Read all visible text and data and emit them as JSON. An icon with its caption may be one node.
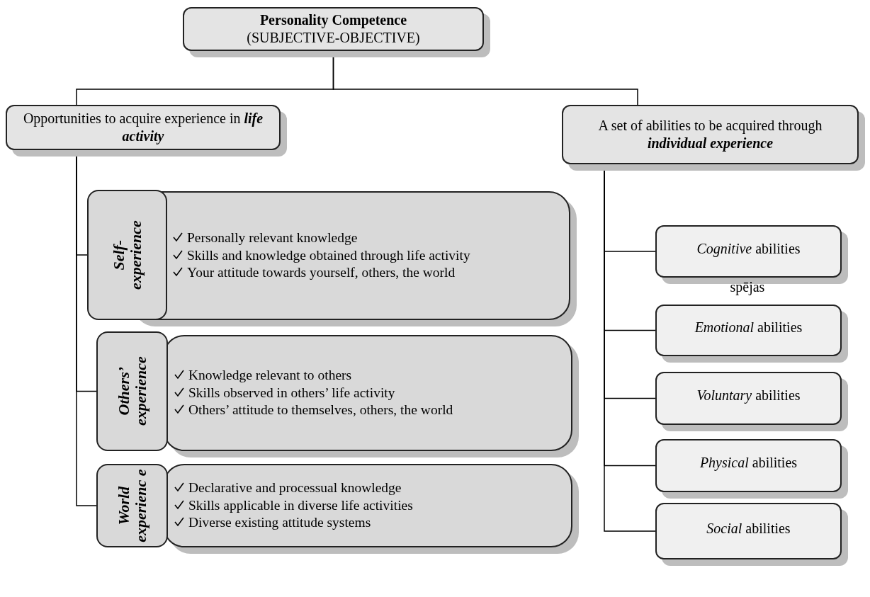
{
  "diagram": {
    "nodes": [
      {
        "text": [
          "Personality Competence",
          "(SUBJECTIVE-OBJECTIVE)"
        ]
      },
      {
        "text": [
          "Opportunities to acquire experience in **life activity**"
        ]
      },
      {
        "text": [
          "A set of abilities to be acquired through **individual experience**"
        ]
      },
      {
        "text": [
          "Self-experience"
        ]
      },
      {
        "text": [
          "Personally relevant knowledge",
          "Skills and knowledge obtained through life activity",
          "Your attitude towards yourself, others, the world"
        ]
      },
      {
        "text": [
          "Others’ experience"
        ]
      },
      {
        "text": [
          "Knowledge relevant to others",
          "Skills observed in others’ life activity",
          "Others’ attitude to themselves, others, the world"
        ]
      },
      {
        "text": [
          "World experienc e"
        ]
      },
      {
        "text": [
          "Declarative and processual knowledge",
          "Skills applicable in diverse life activities",
          "Diverse existing attitude systems"
        ]
      },
      {
        "text": [
          "*Cognitive* abilities"
        ],
        "beside": [
          "spējas"
        ]
      },
      {
        "text": [
          "*Emotional* abilities"
        ]
      },
      {
        "text": [
          "*Voluntary* abilities"
        ]
      },
      {
        "text": [
          "*Physical* abilities"
        ]
      },
      {
        "text": [
          "*Social* abilities"
        ]
      }
    ],
    "edges": [
      {
        "from": 0,
        "to": 1,
        "arrow": "none"
      },
      {
        "from": 0,
        "to": 2,
        "arrow": "none"
      },
      {
        "from": 1,
        "to": 3,
        "arrow": "none"
      },
      {
        "from": 1,
        "to": 5,
        "arrow": "none"
      },
      {
        "from": 1,
        "to": 7,
        "arrow": "none"
      },
      {
        "from": 2,
        "to": 9,
        "arrow": "none"
      },
      {
        "from": 2,
        "to": 10,
        "arrow": "none"
      },
      {
        "from": 2,
        "to": 11,
        "arrow": "none"
      },
      {
        "from": 2,
        "to": 12,
        "arrow": "none"
      },
      {
        "from": 2,
        "to": 13,
        "arrow": "none"
      }
    ]
  }
}
